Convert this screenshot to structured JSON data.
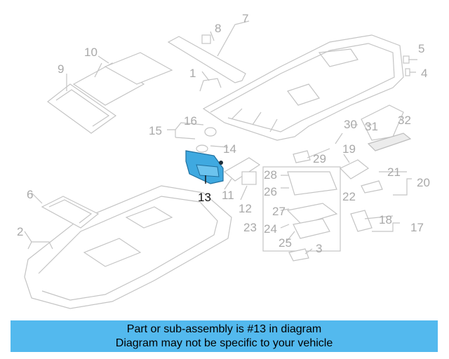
{
  "callouts": {
    "c1": "1",
    "c2": "2",
    "c3": "3",
    "c4": "4",
    "c5": "5",
    "c6": "6",
    "c7": "7",
    "c8": "8",
    "c9": "9",
    "c10": "10",
    "c11": "11",
    "c12": "12",
    "c13": "13",
    "c14": "14",
    "c15": "15",
    "c16": "16",
    "c17": "17",
    "c18": "18",
    "c19": "19",
    "c20": "20",
    "c21": "21",
    "c22": "22",
    "c23": "23",
    "c24": "24",
    "c25": "25",
    "c26": "26",
    "c27": "27",
    "c28": "28",
    "c29": "29",
    "c30": "30",
    "c31": "31",
    "c32": "32"
  },
  "highlight_color": "#3fa9e0",
  "banner": {
    "line1": "Part or sub-assembly is #13 in diagram",
    "line2": "Diagram may not be specific to your vehicle",
    "color": "#53b9ee"
  }
}
